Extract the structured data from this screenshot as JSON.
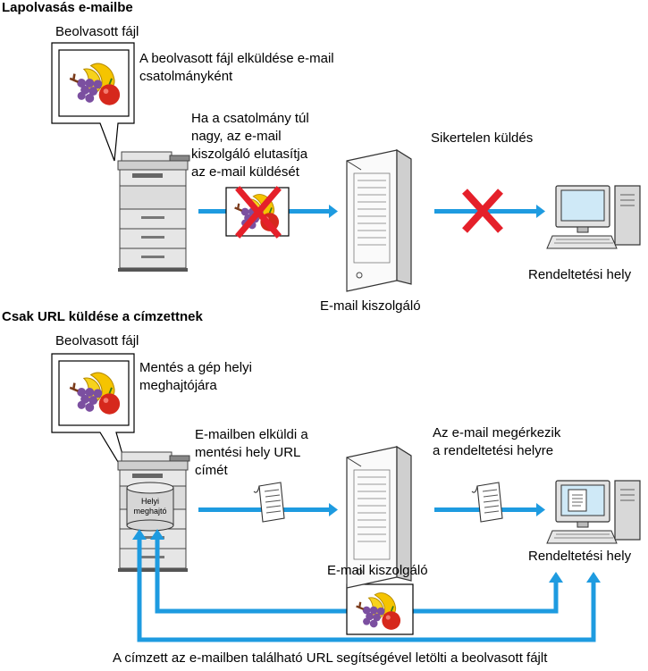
{
  "section1": {
    "title": "Lapolvasás e-mailbe",
    "scanned_file_label": "Beolvasott fájl",
    "attach_text": "A beolvasott fájl elküldése e-mail\ncsatolmányként",
    "reject_text": "Ha a csatolmány túl\nnagy, az e-mail\nkiszolgáló elutasítja\naz e-mail küldését",
    "fail_text": "Sikertelen küldés",
    "server_label": "E-mail kiszolgáló",
    "destination_label": "Rendeltetési hely"
  },
  "section2": {
    "title": "Csak URL küldése a címzettnek",
    "scanned_file_label": "Beolvasott fájl",
    "save_text": "Mentés a gép helyi\nmeghajtójára",
    "local_drive_label": "Helyi\nmeghajtó",
    "send_url_text": "E-mailben elküldi a\nmentési hely URL\ncímét",
    "arrive_text": "Az e-mail megérkezik\na rendeltetési helyre",
    "server_label": "E-mail kiszolgáló",
    "destination_label": "Rendeltetési hely",
    "download_text": "A címzett az e-mailben található URL segítségével letölti a beolvasott fájlt"
  },
  "colors": {
    "arrow": "#1e9be0",
    "cross": "#e5202a",
    "banana": "#f5c400",
    "grape": "#7b4fa0",
    "apple": "#d6281c"
  }
}
